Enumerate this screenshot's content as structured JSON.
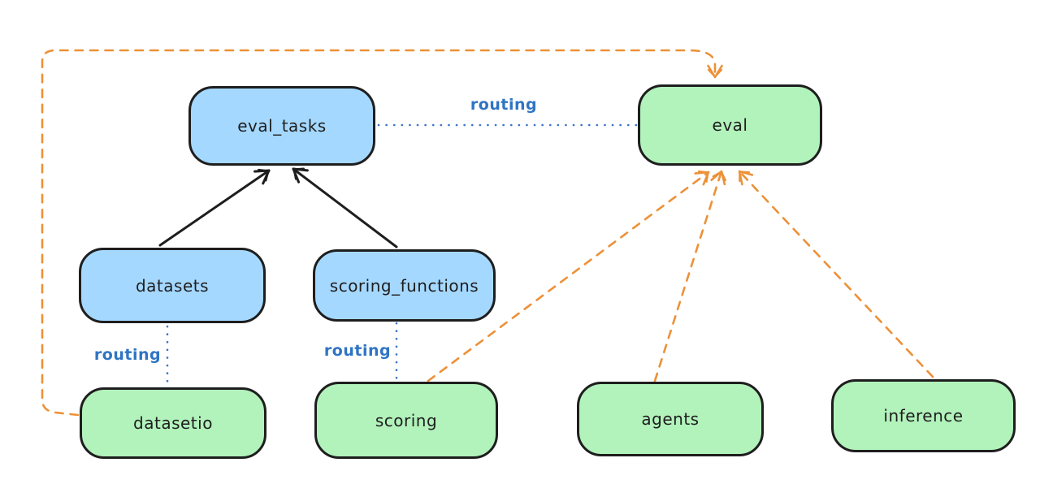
{
  "diagram": {
    "colors": {
      "background": "#ffffff",
      "node_stroke": "#1e1e1e",
      "blue_node_fill": "#a5d8ff",
      "green_node_fill": "#b2f2bb",
      "routing_blue": "#2f74c4",
      "provider_orange": "#ec9138",
      "arrow_black": "#1e1e1e"
    },
    "nodes": [
      {
        "id": "eval_tasks",
        "label": "eval_tasks",
        "fill": "#a5d8ff"
      },
      {
        "id": "eval",
        "label": "eval",
        "fill": "#b2f2bb"
      },
      {
        "id": "datasets",
        "label": "datasets",
        "fill": "#a5d8ff"
      },
      {
        "id": "scoring_functions",
        "label": "scoring_functions",
        "fill": "#a5d8ff"
      },
      {
        "id": "datasetio",
        "label": "datasetio",
        "fill": "#b2f2bb"
      },
      {
        "id": "scoring",
        "label": "scoring",
        "fill": "#b2f2bb"
      },
      {
        "id": "agents",
        "label": "agents",
        "fill": "#b2f2bb"
      },
      {
        "id": "inference",
        "label": "inference",
        "fill": "#b2f2bb"
      }
    ],
    "edges": [
      {
        "from": "datasets",
        "to": "eval_tasks",
        "style": "solid-black-arrow"
      },
      {
        "from": "scoring_functions",
        "to": "eval_tasks",
        "style": "solid-black-arrow"
      },
      {
        "from": "eval_tasks",
        "to": "eval",
        "style": "dotted-blue",
        "label": "routing"
      },
      {
        "from": "datasets",
        "to": "datasetio",
        "style": "dotted-blue",
        "label": "routing"
      },
      {
        "from": "scoring_functions",
        "to": "scoring",
        "style": "dotted-blue",
        "label": "routing"
      },
      {
        "from": "datasetio",
        "to": "eval",
        "style": "dashed-orange-arrow"
      },
      {
        "from": "scoring",
        "to": "eval",
        "style": "dashed-orange-arrow"
      },
      {
        "from": "agents",
        "to": "eval",
        "style": "dashed-orange-arrow"
      },
      {
        "from": "inference",
        "to": "eval",
        "style": "dashed-orange-arrow"
      }
    ]
  }
}
